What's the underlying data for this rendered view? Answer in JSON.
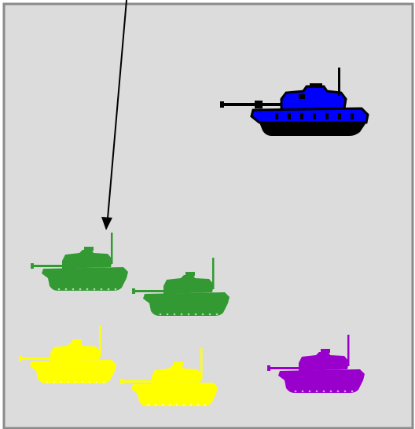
{
  "canvas": {
    "background_color": "#dcdcdc",
    "border_color": "#8a8a8a"
  },
  "arrow": {
    "color": "#000000",
    "direction": "down"
  },
  "tanks": [
    {
      "id": "tank-blue",
      "color": "#0000ff",
      "outline": "#000000",
      "style": "outlined"
    },
    {
      "id": "tank-green-1",
      "color": "#339933",
      "style": "silhouette"
    },
    {
      "id": "tank-green-2",
      "color": "#339933",
      "style": "silhouette"
    },
    {
      "id": "tank-yellow-1",
      "color": "#ffff00",
      "style": "silhouette"
    },
    {
      "id": "tank-yellow-2",
      "color": "#ffff00",
      "style": "silhouette"
    },
    {
      "id": "tank-purple",
      "color": "#9900cc",
      "style": "silhouette"
    }
  ]
}
